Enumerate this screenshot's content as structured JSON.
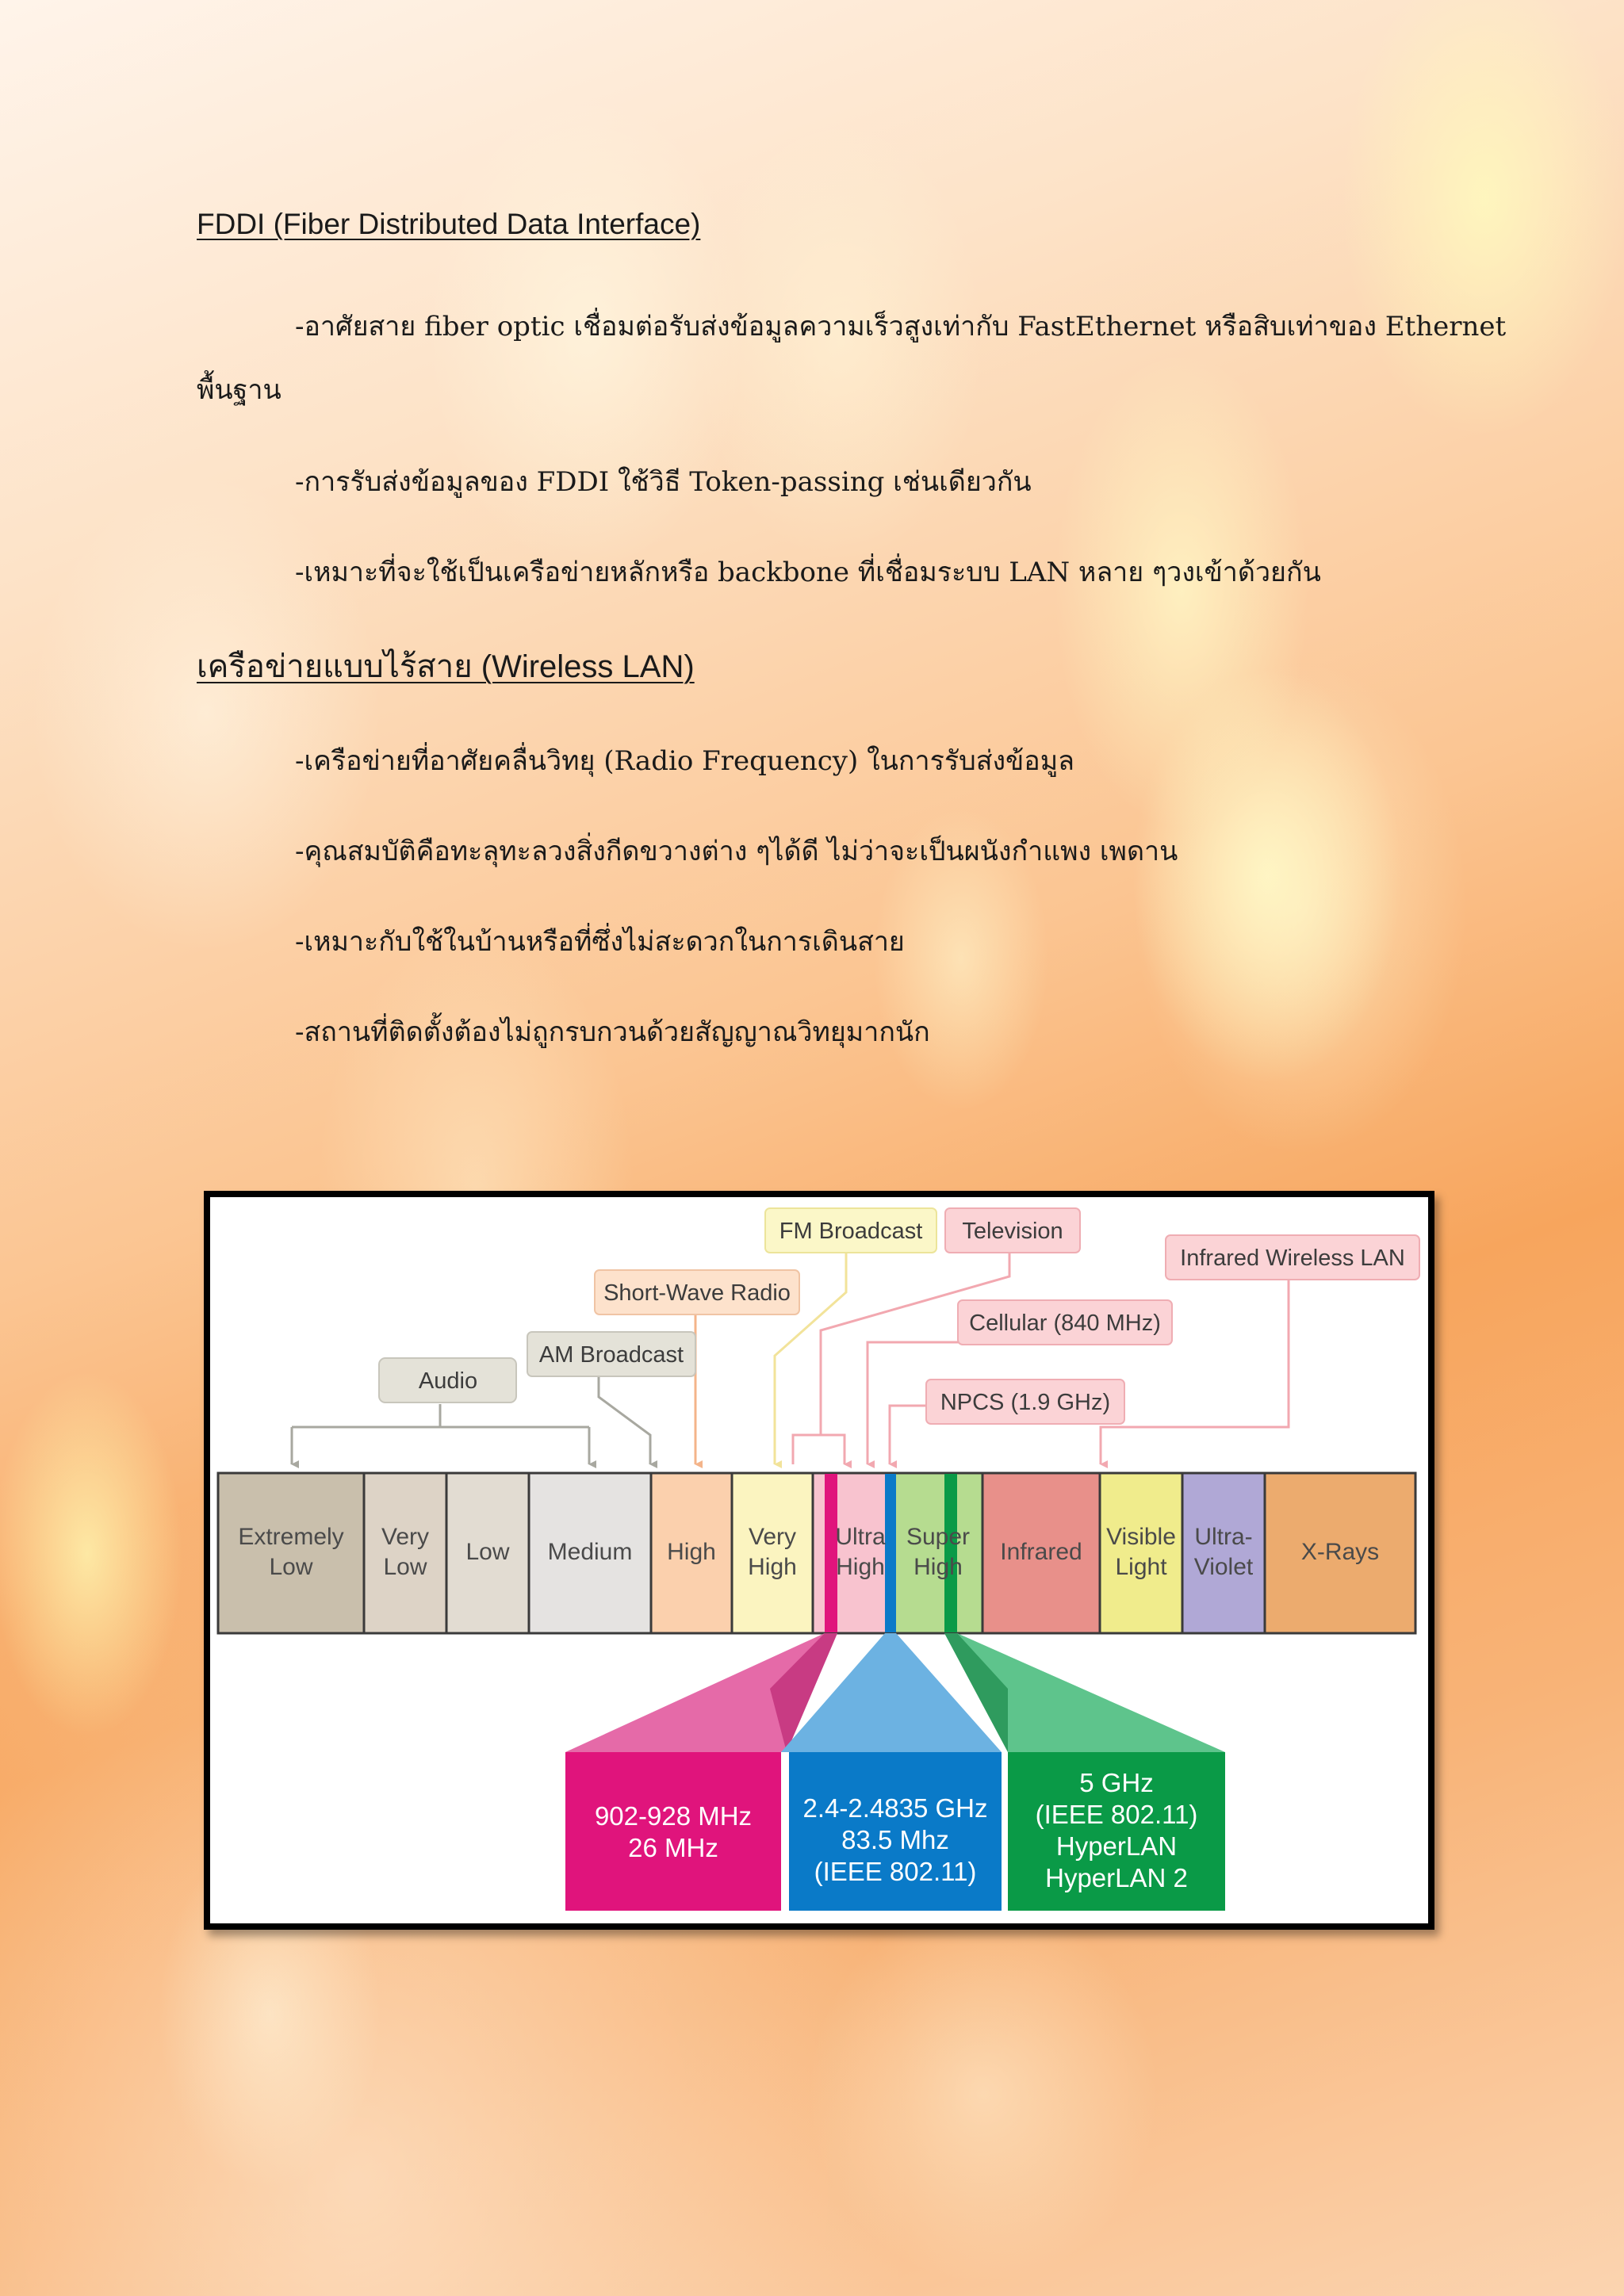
{
  "section_fddi": {
    "heading": "FDDI (Fiber Distributed Data Interface)",
    "bullet1_line1": "-อาศัยสาย fiber optic เชื่อมต่อรับส่งข้อมูลความเร็วสูงเท่ากับ FastEthernet หรือสิบเท่าของ Ethernet",
    "bullet1_line2": "พื้นฐาน",
    "bullet2": "-การรับส่งข้อมูลของ FDDI ใช้วิธี Token-passing เช่นเดียวกัน",
    "bullet3": "-เหมาะที่จะใช้เป็นเครือข่ายหลักหรือ backbone ที่เชื่อมระบบ LAN  หลาย ๆวงเข้าด้วยกัน"
  },
  "section_wireless": {
    "heading": "เครือข่ายแบบไร้สาย (Wireless LAN)",
    "bullet1": "-เครือข่ายที่อาศัยคลื่นวิทยุ (Radio Frequency) ในการรับส่งข้อมูล",
    "bullet2": "-คุณสมบัติคือทะลุทะลวงสิ่งกีดขวางต่าง ๆได้ดี ไม่ว่าจะเป็นผนังกำแพง เพดาน",
    "bullet3": "-เหมาะกับใช้ในบ้านหรือที่ซึ่งไม่สะดวกในการเดินสาย",
    "bullet4": "-สถานที่ติดตั้งต้องไม่ถูกรบกวนด้วยสัญญาณวิทยุมากนัก"
  },
  "spectrum": {
    "callouts": {
      "audio": "Audio",
      "am": "AM Broadcast",
      "shortwave": "Short-Wave Radio",
      "fm": "FM Broadcast",
      "tv": "Television",
      "cellular": "Cellular (840 MHz)",
      "npcs": "NPCS (1.9 GHz)",
      "irlan": "Infrared Wireless LAN"
    },
    "bands": {
      "elf_1": "Extremely",
      "elf_2": "Low",
      "vlf_1": "Very",
      "vlf_2": "Low",
      "low": "Low",
      "medium": "Medium",
      "high": "High",
      "vhf_1": "Very",
      "vhf_2": "High",
      "uhf_1": "Ultra",
      "uhf_2": "High",
      "shf_1": "Super",
      "shf_2": "High",
      "infrared": "Infrared",
      "visible_1": "Visible",
      "visible_2": "Light",
      "uv_1": "Ultra-",
      "uv_2": "Violet",
      "xrays": "X-Rays"
    },
    "ism": {
      "band900_1": "902-928 MHz",
      "band900_2": "26 MHz",
      "band24_1": "2.4-2.4835 GHz",
      "band24_2": "83.5 Mhz",
      "band24_3": "(IEEE 802.11)",
      "band5_1": "5 GHz",
      "band5_2": "(IEEE 802.11)",
      "band5_3": "HyperLAN",
      "band5_4": "HyperLAN 2"
    },
    "colors": {
      "ism900": "#e0147c",
      "ism24": "#0a7ac8",
      "ism5": "#0a9a47"
    }
  }
}
